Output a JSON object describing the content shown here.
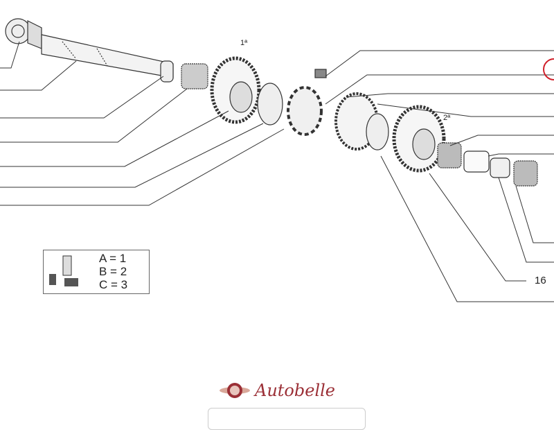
{
  "diagram": {
    "gear_labels": [
      "1ª",
      "2ª"
    ],
    "callout_number": "16",
    "legend": [
      {
        "key": "A",
        "value": "1",
        "text": "A = 1"
      },
      {
        "key": "B",
        "value": "2",
        "text": "B = 2"
      },
      {
        "key": "C",
        "value": "3",
        "text": "C = 3"
      }
    ],
    "highlight_color": "#d0202a"
  },
  "brand": {
    "name": "Autobelle",
    "color": "#9b2f36"
  }
}
